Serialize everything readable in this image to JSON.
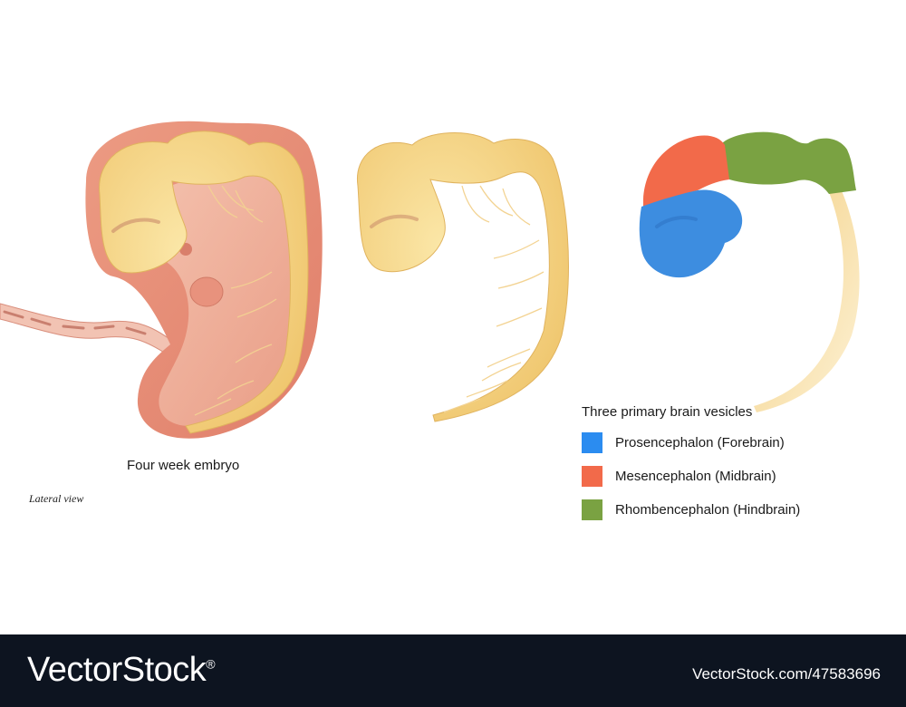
{
  "captions": {
    "embryo": "Four week embryo",
    "view": "Lateral view"
  },
  "legend": {
    "title": "Three primary brain vesicles",
    "items": [
      {
        "label": "Prosencephalon (Forebrain)",
        "color": "#2b8cf0"
      },
      {
        "label": "Mesencephalon (Midbrain)",
        "color": "#f26a4a"
      },
      {
        "label": "Rhombencephalon (Hindbrain)",
        "color": "#7aa242"
      }
    ]
  },
  "footer": {
    "brand": "VectorStock",
    "brand_mark": "®",
    "url": "VectorStock.com/47583696"
  },
  "colors": {
    "embryo_skin": "#e8907a",
    "brain_tissue": "#f7d989",
    "nerve": "#f0cf86",
    "footer_bg": "#0d1420"
  }
}
